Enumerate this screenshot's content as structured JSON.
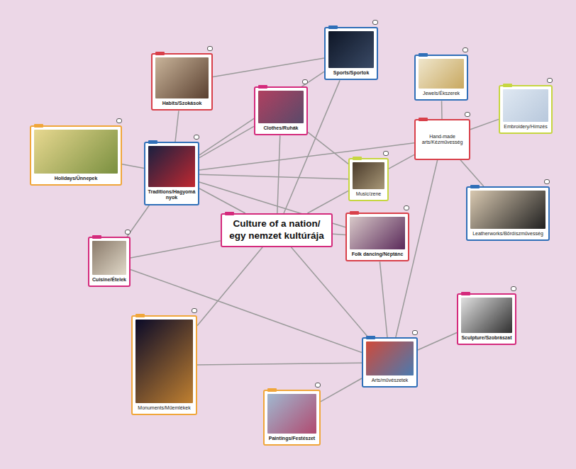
{
  "diagram": {
    "nodes": [
      {
        "text": [
          "Sports/Sportok"
        ]
      },
      {
        "text": [
          "Habits/Szokások"
        ]
      },
      {
        "text": [
          "Jewels/Ékszerek"
        ]
      },
      {
        "text": [
          "Embroidery/Hímzés"
        ]
      },
      {
        "text": [
          "Clothes/Ruhák"
        ]
      },
      {
        "text": [
          "Hand-made arts/Kézművesség"
        ]
      },
      {
        "text": [
          "Holidays/Ünnepek"
        ]
      },
      {
        "text": [
          "Traditions/Hagyományok"
        ]
      },
      {
        "text": [
          "Music/zene"
        ]
      },
      {
        "text": [
          "Leatherworks/Bőrdíszművesség"
        ]
      },
      {
        "text": [
          "Folk dancing/Néptánc"
        ]
      },
      {
        "text": [
          "Culture of a nation/ egy nemzet kultúrája"
        ]
      },
      {
        "text": [
          "Cuisine/Ételek"
        ]
      },
      {
        "text": [
          "Sculpture/Szobrászat"
        ]
      },
      {
        "text": [
          "Monuments/Műemlékek"
        ]
      },
      {
        "text": [
          "Arts/művészetek"
        ]
      },
      {
        "text": [
          "Paintings/Festészet"
        ]
      }
    ],
    "edges": [
      {
        "from": 1,
        "to": 0,
        "arrow": "none"
      },
      {
        "from": 1,
        "to": 7,
        "arrow": "none"
      },
      {
        "from": 6,
        "to": 7,
        "arrow": "none"
      },
      {
        "from": 7,
        "to": 0,
        "arrow": "none"
      },
      {
        "from": 7,
        "to": 4,
        "arrow": "none"
      },
      {
        "from": 7,
        "to": 8,
        "arrow": "none"
      },
      {
        "from": 7,
        "to": 5,
        "arrow": "none"
      },
      {
        "from": 7,
        "to": 11,
        "arrow": "none"
      },
      {
        "from": 7,
        "to": 10,
        "arrow": "none"
      },
      {
        "from": 7,
        "to": 12,
        "arrow": "none"
      },
      {
        "from": 0,
        "to": 11,
        "arrow": "none"
      },
      {
        "from": 4,
        "to": 11,
        "arrow": "none"
      },
      {
        "from": 4,
        "to": 8,
        "arrow": "none"
      },
      {
        "from": 8,
        "to": 11,
        "arrow": "none"
      },
      {
        "from": 5,
        "to": 8,
        "arrow": "none"
      },
      {
        "from": 5,
        "to": 2,
        "arrow": "none"
      },
      {
        "from": 5,
        "to": 3,
        "arrow": "none"
      },
      {
        "from": 5,
        "to": 9,
        "arrow": "none"
      },
      {
        "from": 5,
        "to": 15,
        "arrow": "none"
      },
      {
        "from": 11,
        "to": 10,
        "arrow": "none"
      },
      {
        "from": 11,
        "to": 12,
        "arrow": "none"
      },
      {
        "from": 11,
        "to": 14,
        "arrow": "none"
      },
      {
        "from": 11,
        "to": 15,
        "arrow": "none"
      },
      {
        "from": 10,
        "to": 15,
        "arrow": "none"
      },
      {
        "from": 12,
        "to": 15,
        "arrow": "none"
      },
      {
        "from": 14,
        "to": 15,
        "arrow": "none"
      },
      {
        "from": 16,
        "to": 15,
        "arrow": "none"
      },
      {
        "from": 13,
        "to": 15,
        "arrow": "none"
      }
    ]
  }
}
